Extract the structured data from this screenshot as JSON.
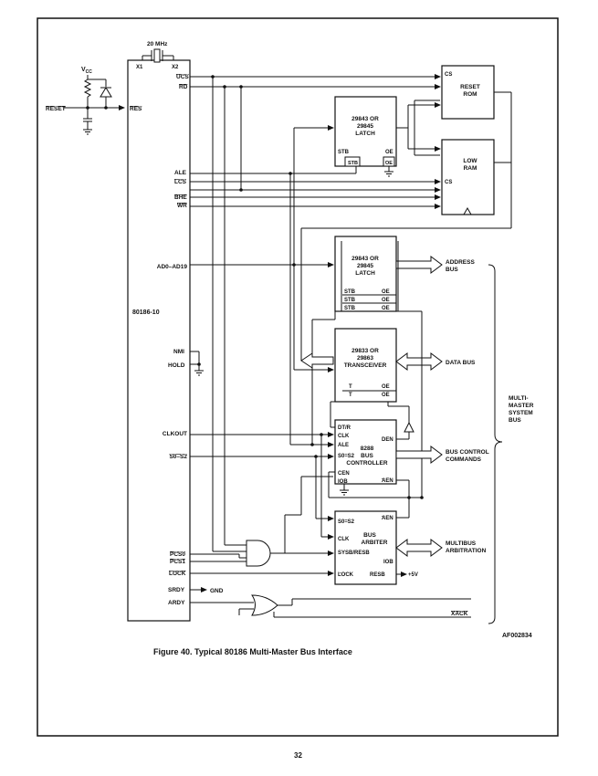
{
  "figure": {
    "caption": "Figure 40. Typical 80186 Multi-Master Bus Interface",
    "code": "AF002834",
    "page_number": "32"
  },
  "cpu": {
    "name": "80186-10",
    "crystal": "20 MHz",
    "x1": "X1",
    "x2": "X2",
    "vcc": "V",
    "vcc_sub": "CC",
    "reset_in": "RESET",
    "res": "RES",
    "pins": {
      "ucs": "UCS",
      "rd": "RD",
      "ale": "ALE",
      "lcs": "LCS",
      "bhe": "BHE",
      "wr": "WR",
      "ad": "AD0–AD19",
      "nmi": "NMI",
      "hold": "HOLD",
      "clkout": "CLKOUT",
      "s0s2": "S0–S2",
      "pcs0": "PCS0",
      "pcs1": "PCS1",
      "lock": "LOCK",
      "srdy": "SRDY",
      "ardy": "ARDY"
    }
  },
  "gnd": "GND",
  "xack": "XACK",
  "reset_rom": {
    "line1": "RESET",
    "line2": "ROM",
    "cs": "CS"
  },
  "low_ram": {
    "line1": "LOW",
    "line2": "RAM",
    "cs": "CS"
  },
  "latch1": {
    "line1": "29843 OR",
    "line2": "29845",
    "line3": "LATCH",
    "stb": "STB",
    "oe": "OE"
  },
  "latch2": {
    "line1": "29843 OR",
    "line2": "29845",
    "line3": "LATCH",
    "stb": "STB",
    "oe": "OE"
  },
  "transceiver": {
    "line1": "29833 OR",
    "line2": "29863",
    "line3": "TRANSCEIVER",
    "t": "T",
    "oe": "OE"
  },
  "bus_controller": {
    "line1": "8288",
    "line2": "BUS",
    "line3": "CONTROLLER",
    "dtr": "DT/R",
    "clk": "CLK",
    "ale": "ALE",
    "s0s2": "S0–S2",
    "den": "DEN",
    "cen": "CEN",
    "iob": "IOB",
    "aen": "AEN"
  },
  "bus_arbiter": {
    "line1": "BUS",
    "line2": "ARBITER",
    "s0s2": "S0–S2",
    "aen": "AEN",
    "clk": "CLK",
    "sysb": "SYSB/RESB",
    "lock": "LOCK",
    "iob": "IOB",
    "resb": "RESB",
    "plus5v": "+5V"
  },
  "outputs": {
    "address_bus": [
      "ADDRESS",
      "BUS"
    ],
    "data_bus": "DATA BUS",
    "bus_control": [
      "BUS CONTROL",
      "COMMANDS"
    ],
    "multibus": [
      "MULTIBUS",
      "ARBITRATION"
    ],
    "system_bus": [
      "MULTI-",
      "MASTER",
      "SYSTEM",
      "BUS"
    ]
  }
}
